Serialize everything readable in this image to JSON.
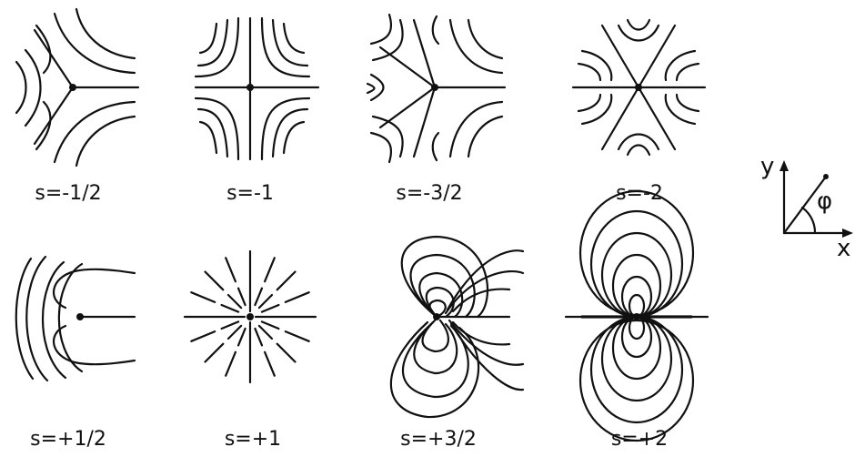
{
  "diagram": {
    "line_color": "#111111",
    "background": "#ffffff",
    "defects": [
      {
        "label": "s=-1/2"
      },
      {
        "label": "s=-1"
      },
      {
        "label": "s=-3/2"
      },
      {
        "label": "s=-2"
      },
      {
        "label": "s=+1/2"
      },
      {
        "label": "s=+1"
      },
      {
        "label": "s=+3/2"
      },
      {
        "label": "s=+2"
      }
    ],
    "axes": {
      "y_label": "y",
      "x_label": "x",
      "angle_label": "φ"
    }
  }
}
